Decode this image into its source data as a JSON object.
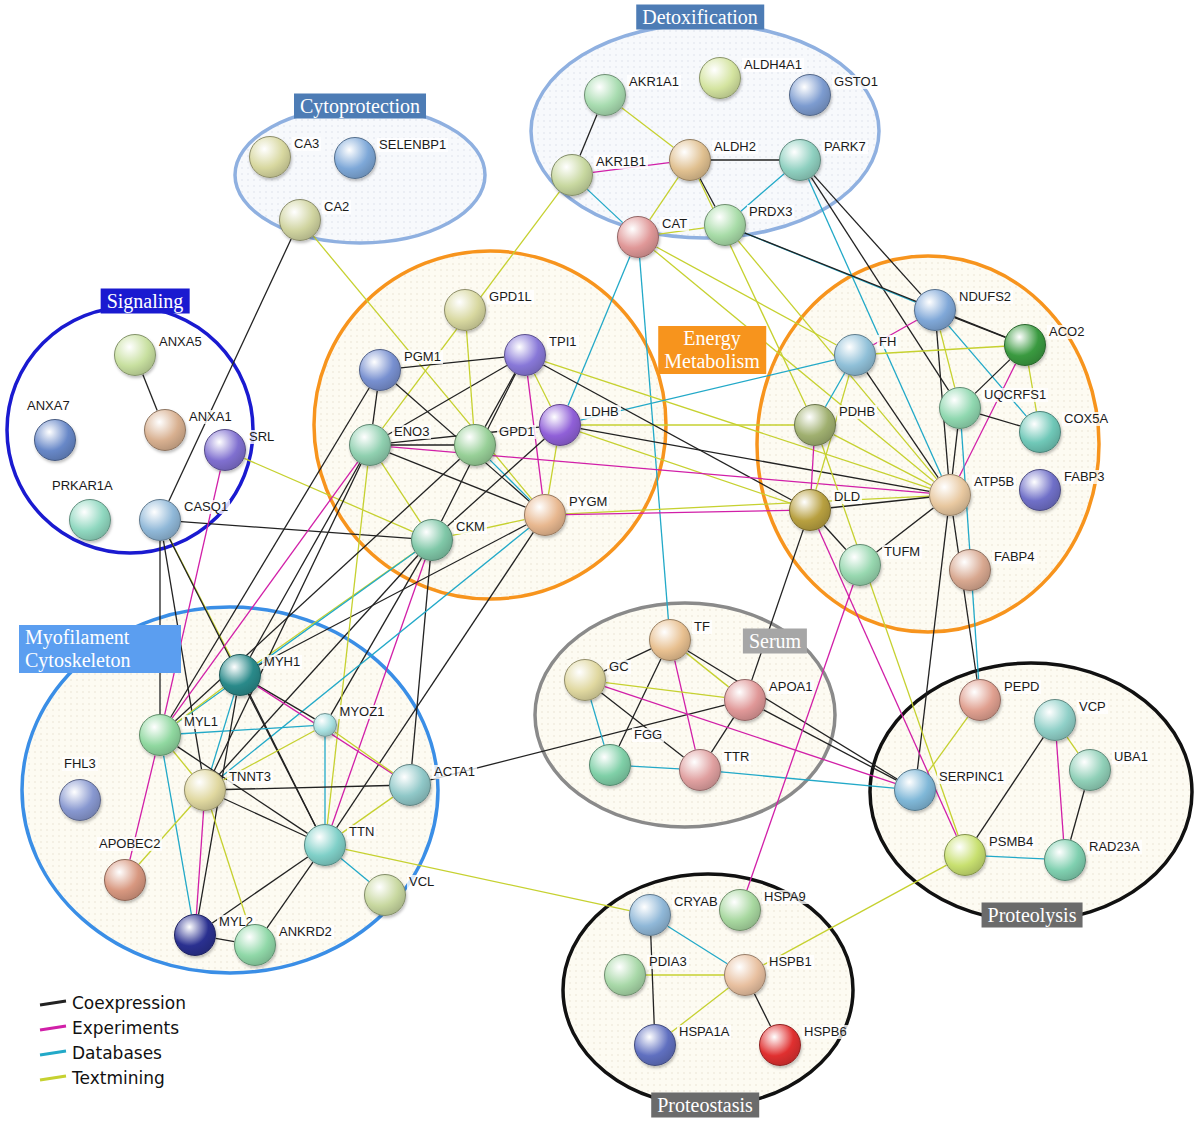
{
  "diagram": {
    "nodes": [
      {
        "text": [
          "Detoxification"
        ]
      },
      {
        "text": [
          "AKR1A1"
        ],
        "in": 0
      },
      {
        "text": [
          "ALDH4A1"
        ],
        "in": 0
      },
      {
        "text": [
          "GSTO1"
        ],
        "in": 0
      },
      {
        "text": [
          "AKR1B1"
        ],
        "in": 0
      },
      {
        "text": [
          "ALDH2"
        ],
        "in": 0
      },
      {
        "text": [
          "PARK7"
        ],
        "in": 0
      },
      {
        "text": [
          "CAT"
        ],
        "in": 0
      },
      {
        "text": [
          "PRDX3"
        ],
        "in": 0
      },
      {
        "text": [
          "Cytoprotection"
        ]
      },
      {
        "text": [
          "CA3"
        ],
        "in": 9
      },
      {
        "text": [
          "SELENBP1"
        ],
        "in": 9
      },
      {
        "text": [
          "CA2"
        ],
        "in": 9
      },
      {
        "text": [
          "Signaling"
        ]
      },
      {
        "text": [
          "ANXA5"
        ],
        "in": 13
      },
      {
        "text": [
          "ANXA7"
        ],
        "in": 13
      },
      {
        "text": [
          "ANXA1"
        ],
        "in": 13
      },
      {
        "text": [
          "SRL"
        ],
        "in": 13
      },
      {
        "text": [
          "PRKAR1A"
        ],
        "in": 13
      },
      {
        "text": [
          "CASQ1"
        ],
        "in": 13
      },
      {
        "text": [
          "Energy Metabolism"
        ]
      },
      {
        "text": [
          "GPD1L"
        ],
        "in": 20
      },
      {
        "text": [
          "TPI1"
        ],
        "in": 20
      },
      {
        "text": [
          "PGM1"
        ],
        "in": 20
      },
      {
        "text": [
          "ENO3"
        ],
        "in": 20
      },
      {
        "text": [
          "GPD1"
        ],
        "in": 20
      },
      {
        "text": [
          "LDHB"
        ],
        "in": 20
      },
      {
        "text": [
          "CKM"
        ],
        "in": 20
      },
      {
        "text": [
          "PYGM"
        ],
        "in": 20
      },
      {
        "text": []
      },
      {
        "text": [
          "NDUFS2"
        ],
        "in": 29
      },
      {
        "text": [
          "ACO2"
        ],
        "in": 29
      },
      {
        "text": [
          "FH"
        ],
        "in": 29
      },
      {
        "text": [
          "UQCRFS1"
        ],
        "in": 29
      },
      {
        "text": [
          "COX5A"
        ],
        "in": 29
      },
      {
        "text": [
          "PDHB"
        ],
        "in": 29
      },
      {
        "text": [
          "ATP5B"
        ],
        "in": 29
      },
      {
        "text": [
          "FABP3"
        ],
        "in": 29
      },
      {
        "text": [
          "DLD"
        ],
        "in": 29
      },
      {
        "text": [
          "TUFM"
        ],
        "in": 29
      },
      {
        "text": [
          "FABP4"
        ],
        "in": 29
      },
      {
        "text": [
          "Myofilament Cytoskeleton"
        ]
      },
      {
        "text": [
          "MYH1"
        ],
        "in": 41
      },
      {
        "text": [
          "MYL1"
        ],
        "in": 41
      },
      {
        "text": [
          "MYOZ1"
        ],
        "in": 41
      },
      {
        "text": [
          "ACTA1"
        ],
        "in": 41
      },
      {
        "text": [
          "FHL3"
        ],
        "in": 41
      },
      {
        "text": [
          "TNNT3"
        ],
        "in": 41
      },
      {
        "text": [
          "TTN"
        ],
        "in": 41
      },
      {
        "text": [
          "APOBEC2"
        ],
        "in": 41
      },
      {
        "text": [
          "VCL"
        ],
        "in": 41
      },
      {
        "text": [
          "MYL2"
        ],
        "in": 41
      },
      {
        "text": [
          "ANKRD2"
        ],
        "in": 41
      },
      {
        "text": [
          "Serum"
        ]
      },
      {
        "text": [
          "TF"
        ],
        "in": 53
      },
      {
        "text": [
          "GC"
        ],
        "in": 53
      },
      {
        "text": [
          "APOA1"
        ],
        "in": 53
      },
      {
        "text": [
          "FGG"
        ],
        "in": 53
      },
      {
        "text": [
          "TTR"
        ],
        "in": 53
      },
      {
        "text": [
          "Proteolysis"
        ]
      },
      {
        "text": [
          "PEPD"
        ],
        "in": 59
      },
      {
        "text": [
          "VCP"
        ],
        "in": 59
      },
      {
        "text": [
          "SERPINC1"
        ],
        "in": 59
      },
      {
        "text": [
          "UBA1"
        ],
        "in": 59
      },
      {
        "text": [
          "PSMB4"
        ],
        "in": 59
      },
      {
        "text": [
          "RAD23A"
        ],
        "in": 59
      },
      {
        "text": [
          "Proteostasis"
        ]
      },
      {
        "text": [
          "CRYAB"
        ],
        "in": 66
      },
      {
        "text": [
          "HSPA9"
        ],
        "in": 66
      },
      {
        "text": [
          "PDIA3"
        ],
        "in": 66
      },
      {
        "text": [
          "HSPB1"
        ],
        "in": 66
      },
      {
        "text": [
          "HSPA1A"
        ],
        "in": 66
      },
      {
        "text": [
          "HSPB6"
        ],
        "in": 66
      }
    ],
    "edges": [
      {
        "from": 1,
        "to": 5,
        "arrow": "none"
      },
      {
        "from": 4,
        "to": 5,
        "arrow": "none"
      },
      {
        "from": 4,
        "to": 7,
        "arrow": "none"
      },
      {
        "from": 5,
        "to": 7,
        "arrow": "none"
      },
      {
        "from": 7,
        "to": 8,
        "arrow": "none"
      },
      {
        "from": 6,
        "to": 8,
        "arrow": "none"
      },
      {
        "from": 5,
        "to": 6,
        "arrow": "none"
      },
      {
        "from": 1,
        "to": 4,
        "arrow": "none"
      },
      {
        "from": 5,
        "to": 8,
        "arrow": "none"
      },
      {
        "from": 4,
        "to": 24,
        "arrow": "none"
      },
      {
        "from": 7,
        "to": 26,
        "arrow": "none"
      },
      {
        "from": 7,
        "to": 54,
        "arrow": "none"
      },
      {
        "from": 6,
        "to": 30,
        "arrow": "none"
      },
      {
        "from": 6,
        "to": 36,
        "arrow": "none"
      },
      {
        "from": 6,
        "to": 33,
        "arrow": "none"
      },
      {
        "from": 8,
        "to": 30,
        "arrow": "none"
      },
      {
        "from": 8,
        "to": 36,
        "arrow": "none"
      },
      {
        "from": 7,
        "to": 36,
        "arrow": "none"
      },
      {
        "from": 8,
        "to": 31,
        "arrow": "none"
      },
      {
        "from": 5,
        "to": 35,
        "arrow": "none"
      },
      {
        "from": 7,
        "to": 32,
        "arrow": "none"
      },
      {
        "from": 12,
        "to": 19,
        "arrow": "none"
      },
      {
        "from": 12,
        "to": 28,
        "arrow": "none"
      },
      {
        "from": 14,
        "to": 16,
        "arrow": "none"
      },
      {
        "from": 19,
        "to": 27,
        "arrow": "none"
      },
      {
        "from": 17,
        "to": 27,
        "arrow": "none"
      },
      {
        "from": 19,
        "to": 43,
        "arrow": "none"
      },
      {
        "from": 19,
        "to": 42,
        "arrow": "none"
      },
      {
        "from": 19,
        "to": 47,
        "arrow": "none"
      },
      {
        "from": 17,
        "to": 43,
        "arrow": "none"
      },
      {
        "from": 19,
        "to": 48,
        "arrow": "none"
      },
      {
        "from": 22,
        "to": 26,
        "arrow": "none"
      },
      {
        "from": 22,
        "to": 25,
        "arrow": "none"
      },
      {
        "from": 22,
        "to": 24,
        "arrow": "none"
      },
      {
        "from": 22,
        "to": 28,
        "arrow": "none"
      },
      {
        "from": 23,
        "to": 24,
        "arrow": "none"
      },
      {
        "from": 23,
        "to": 28,
        "arrow": "none"
      },
      {
        "from": 24,
        "to": 25,
        "arrow": "none"
      },
      {
        "from": 24,
        "to": 26,
        "arrow": "none"
      },
      {
        "from": 24,
        "to": 28,
        "arrow": "none"
      },
      {
        "from": 24,
        "to": 27,
        "arrow": "none"
      },
      {
        "from": 25,
        "to": 28,
        "arrow": "none"
      },
      {
        "from": 26,
        "to": 28,
        "arrow": "none"
      },
      {
        "from": 27,
        "to": 28,
        "arrow": "none"
      },
      {
        "from": 21,
        "to": 25,
        "arrow": "none"
      },
      {
        "from": 22,
        "to": 27,
        "arrow": "none"
      },
      {
        "from": 26,
        "to": 27,
        "arrow": "none"
      },
      {
        "from": 23,
        "to": 22,
        "arrow": "none"
      },
      {
        "from": 26,
        "to": 35,
        "arrow": "none"
      },
      {
        "from": 26,
        "to": 36,
        "arrow": "none"
      },
      {
        "from": 26,
        "to": 38,
        "arrow": "none"
      },
      {
        "from": 28,
        "to": 36,
        "arrow": "none"
      },
      {
        "from": 22,
        "to": 36,
        "arrow": "none"
      },
      {
        "from": 26,
        "to": 32,
        "arrow": "none"
      },
      {
        "from": 22,
        "to": 38,
        "arrow": "none"
      },
      {
        "from": 28,
        "to": 38,
        "arrow": "none"
      },
      {
        "from": 24,
        "to": 36,
        "arrow": "none"
      },
      {
        "from": 30,
        "to": 31,
        "arrow": "none"
      },
      {
        "from": 30,
        "to": 33,
        "arrow": "none"
      },
      {
        "from": 30,
        "to": 34,
        "arrow": "none"
      },
      {
        "from": 30,
        "to": 36,
        "arrow": "none"
      },
      {
        "from": 31,
        "to": 33,
        "arrow": "none"
      },
      {
        "from": 31,
        "to": 36,
        "arrow": "none"
      },
      {
        "from": 32,
        "to": 35,
        "arrow": "none"
      },
      {
        "from": 32,
        "to": 38,
        "arrow": "none"
      },
      {
        "from": 32,
        "to": 36,
        "arrow": "none"
      },
      {
        "from": 33,
        "to": 34,
        "arrow": "none"
      },
      {
        "from": 33,
        "to": 36,
        "arrow": "none"
      },
      {
        "from": 35,
        "to": 38,
        "arrow": "none"
      },
      {
        "from": 35,
        "to": 36,
        "arrow": "none"
      },
      {
        "from": 36,
        "to": 38,
        "arrow": "none"
      },
      {
        "from": 36,
        "to": 39,
        "arrow": "none"
      },
      {
        "from": 31,
        "to": 34,
        "arrow": "none"
      },
      {
        "from": 32,
        "to": 31,
        "arrow": "none"
      },
      {
        "from": 38,
        "to": 39,
        "arrow": "none"
      },
      {
        "from": 30,
        "to": 32,
        "arrow": "none"
      },
      {
        "from": 27,
        "to": 42,
        "arrow": "none"
      },
      {
        "from": 27,
        "to": 43,
        "arrow": "none"
      },
      {
        "from": 27,
        "to": 47,
        "arrow": "none"
      },
      {
        "from": 27,
        "to": 48,
        "arrow": "none"
      },
      {
        "from": 27,
        "to": 45,
        "arrow": "none"
      },
      {
        "from": 27,
        "to": 44,
        "arrow": "none"
      },
      {
        "from": 24,
        "to": 42,
        "arrow": "none"
      },
      {
        "from": 24,
        "to": 43,
        "arrow": "none"
      },
      {
        "from": 24,
        "to": 47,
        "arrow": "none"
      },
      {
        "from": 28,
        "to": 42,
        "arrow": "none"
      },
      {
        "from": 28,
        "to": 48,
        "arrow": "none"
      },
      {
        "from": 23,
        "to": 43,
        "arrow": "none"
      },
      {
        "from": 24,
        "to": 48,
        "arrow": "none"
      },
      {
        "from": 28,
        "to": 47,
        "arrow": "none"
      },
      {
        "from": 25,
        "to": 43,
        "arrow": "none"
      },
      {
        "from": 42,
        "to": 43,
        "arrow": "none"
      },
      {
        "from": 42,
        "to": 44,
        "arrow": "none"
      },
      {
        "from": 42,
        "to": 47,
        "arrow": "none"
      },
      {
        "from": 42,
        "to": 48,
        "arrow": "none"
      },
      {
        "from": 42,
        "to": 45,
        "arrow": "none"
      },
      {
        "from": 43,
        "to": 47,
        "arrow": "none"
      },
      {
        "from": 43,
        "to": 51,
        "arrow": "none"
      },
      {
        "from": 43,
        "to": 44,
        "arrow": "none"
      },
      {
        "from": 43,
        "to": 48,
        "arrow": "none"
      },
      {
        "from": 47,
        "to": 48,
        "arrow": "none"
      },
      {
        "from": 47,
        "to": 51,
        "arrow": "none"
      },
      {
        "from": 47,
        "to": 49,
        "arrow": "none"
      },
      {
        "from": 44,
        "to": 48,
        "arrow": "none"
      },
      {
        "from": 44,
        "to": 47,
        "arrow": "none"
      },
      {
        "from": 45,
        "to": 48,
        "arrow": "none"
      },
      {
        "from": 48,
        "to": 50,
        "arrow": "none"
      },
      {
        "from": 48,
        "to": 52,
        "arrow": "none"
      },
      {
        "from": 48,
        "to": 51,
        "arrow": "none"
      },
      {
        "from": 51,
        "to": 52,
        "arrow": "none"
      },
      {
        "from": 43,
        "to": 49,
        "arrow": "none"
      },
      {
        "from": 45,
        "to": 47,
        "arrow": "none"
      },
      {
        "from": 45,
        "to": 44,
        "arrow": "none"
      },
      {
        "from": 42,
        "to": 51,
        "arrow": "none"
      },
      {
        "from": 47,
        "to": 52,
        "arrow": "none"
      },
      {
        "from": 48,
        "to": 67,
        "arrow": "none"
      },
      {
        "from": 45,
        "to": 56,
        "arrow": "none"
      },
      {
        "from": 54,
        "to": 55,
        "arrow": "none"
      },
      {
        "from": 54,
        "to": 56,
        "arrow": "none"
      },
      {
        "from": 54,
        "to": 57,
        "arrow": "none"
      },
      {
        "from": 54,
        "to": 58,
        "arrow": "none"
      },
      {
        "from": 55,
        "to": 56,
        "arrow": "none"
      },
      {
        "from": 55,
        "to": 58,
        "arrow": "none"
      },
      {
        "from": 56,
        "to": 58,
        "arrow": "none"
      },
      {
        "from": 57,
        "to": 58,
        "arrow": "none"
      },
      {
        "from": 55,
        "to": 57,
        "arrow": "none"
      },
      {
        "from": 54,
        "to": 62,
        "arrow": "none"
      },
      {
        "from": 56,
        "to": 62,
        "arrow": "none"
      },
      {
        "from": 58,
        "to": 62,
        "arrow": "none"
      },
      {
        "from": 55,
        "to": 62,
        "arrow": "none"
      },
      {
        "from": 36,
        "to": 62,
        "arrow": "none"
      },
      {
        "from": 38,
        "to": 56,
        "arrow": "none"
      },
      {
        "from": 60,
        "to": 62,
        "arrow": "none"
      },
      {
        "from": 61,
        "to": 63,
        "arrow": "none"
      },
      {
        "from": 61,
        "to": 64,
        "arrow": "none"
      },
      {
        "from": 63,
        "to": 65,
        "arrow": "none"
      },
      {
        "from": 64,
        "to": 65,
        "arrow": "none"
      },
      {
        "from": 61,
        "to": 65,
        "arrow": "none"
      },
      {
        "from": 35,
        "to": 64,
        "arrow": "none"
      },
      {
        "from": 38,
        "to": 64,
        "arrow": "none"
      },
      {
        "from": 36,
        "to": 60,
        "arrow": "none"
      },
      {
        "from": 39,
        "to": 68,
        "arrow": "none"
      },
      {
        "from": 33,
        "to": 60,
        "arrow": "none"
      },
      {
        "from": 67,
        "to": 70,
        "arrow": "none"
      },
      {
        "from": 69,
        "to": 70,
        "arrow": "none"
      },
      {
        "from": 70,
        "to": 71,
        "arrow": "none"
      },
      {
        "from": 70,
        "to": 72,
        "arrow": "none"
      },
      {
        "from": 70,
        "to": 64,
        "arrow": "none"
      },
      {
        "from": 67,
        "to": 71,
        "arrow": "none"
      }
    ],
    "legend": [
      {
        "text": "Coexpression"
      },
      {
        "text": "Experiments"
      },
      {
        "text": "Databases"
      },
      {
        "text": "Textmining"
      }
    ]
  }
}
